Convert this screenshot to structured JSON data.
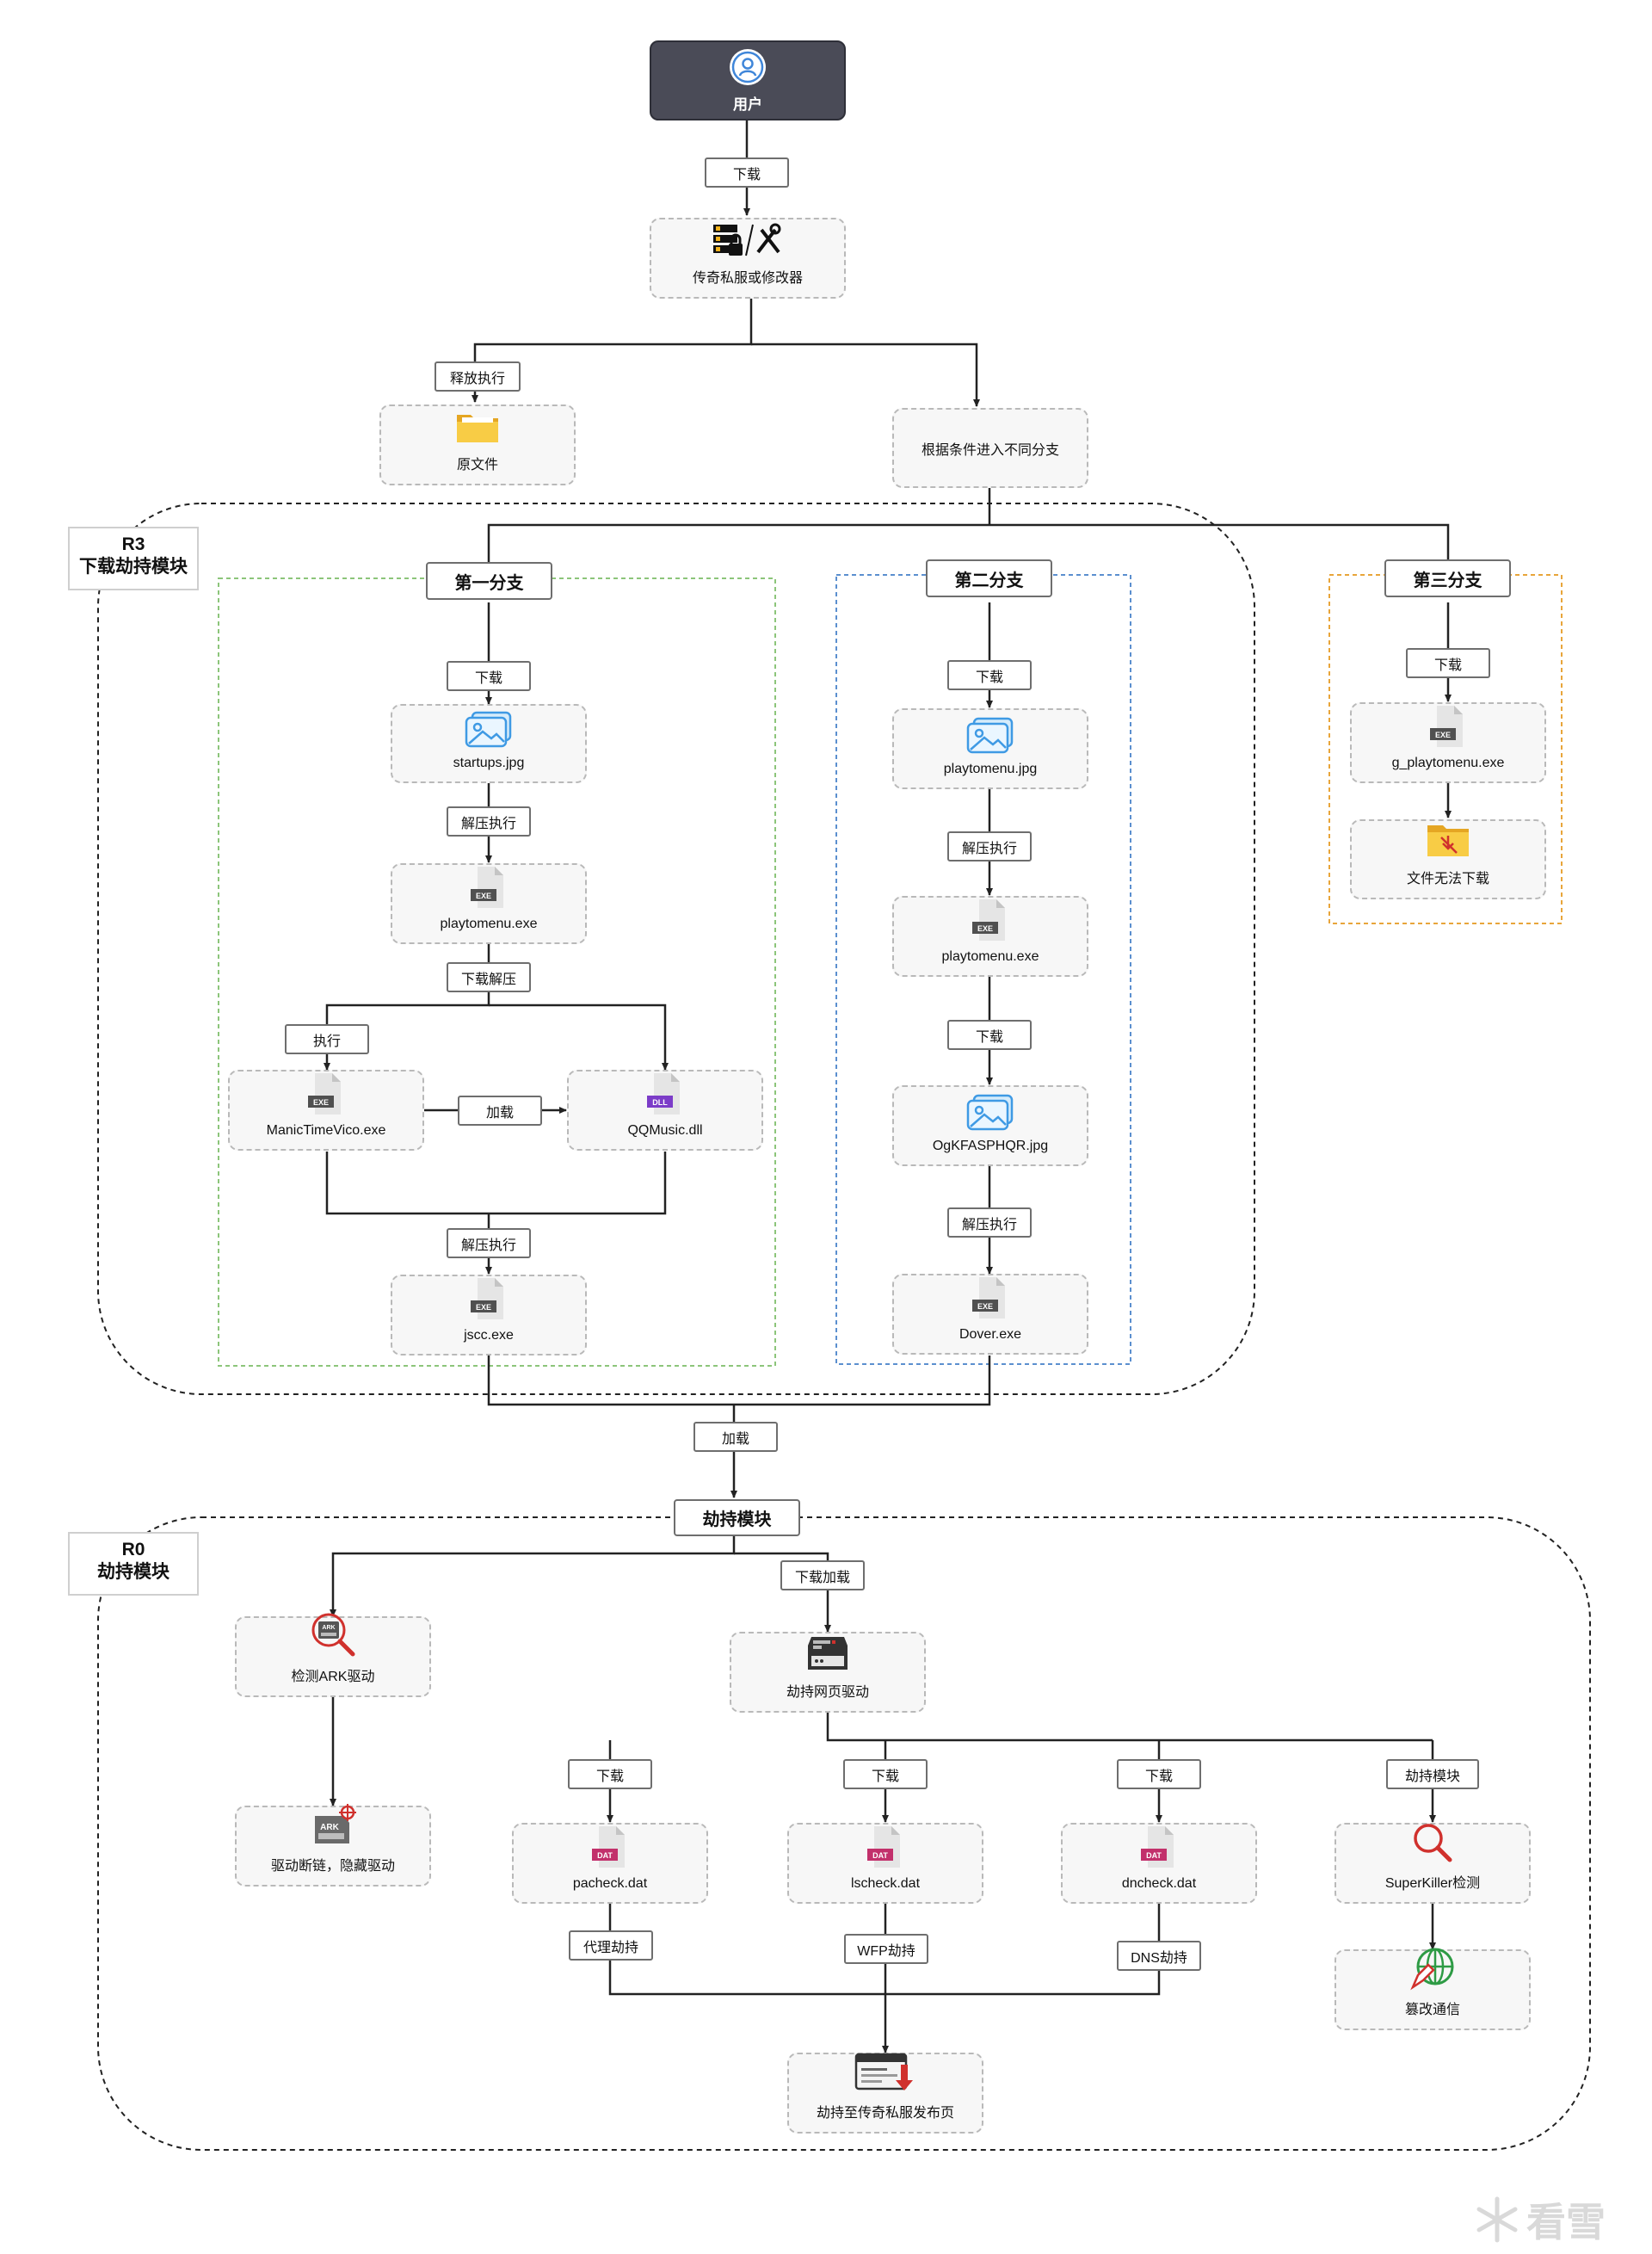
{
  "user": {
    "label": "用户"
  },
  "nodes": {
    "tool": "传奇私服或修改器",
    "orig": "原文件",
    "cond": "根据条件进入不同分支",
    "startups": "startups.jpg",
    "pm1": "playtomenu.exe",
    "manic": "ManicTimeVico.exe",
    "qq": "QQMusic.dll",
    "jscc": "jscc.exe",
    "pmjpg": "playtomenu.jpg",
    "pm2": "playtomenu.exe",
    "ogk": "OgKFASPHQR.jpg",
    "dover": "Dover.exe",
    "gpm": "g_playtomenu.exe",
    "nodl": "文件无法下载",
    "ark": "检测ARK驱动",
    "arkbreak": "驱动断链，隐藏驱动",
    "webdrv": "劫持网页驱动",
    "pacheck": "pacheck.dat",
    "lscheck": "lscheck.dat",
    "dncheck": "dncheck.dat",
    "superkiller": "SuperKiller检测",
    "tamper": "篡改通信",
    "publish": "劫持至传奇私服发布页"
  },
  "edges": {
    "dl_top": "下载",
    "release": "释放执行",
    "b1_dl": "下载",
    "b1_unz": "解压执行",
    "b1_dlunz": "下载解压",
    "b1_exec": "执行",
    "b1_load": "加载",
    "b1_unz2": "解压执行",
    "b2_dl": "下载",
    "b2_unz": "解压执行",
    "b2_dl2": "下载",
    "b2_unz2": "解压执行",
    "b3_dl": "下载",
    "load": "加载",
    "dlload": "下载加载",
    "dl_pa": "下载",
    "dl_ls": "下载",
    "dl_dn": "下载",
    "hijack_mod": "劫持模块",
    "proxy": "代理劫持",
    "wfp": "WFP劫持",
    "dns": "DNS劫持"
  },
  "branches": {
    "b1": "第一分支",
    "b2": "第二分支",
    "b3": "第三分支",
    "hijack": "劫持模块"
  },
  "regions": {
    "r3_line1": "R3",
    "r3_line2": "下载劫持模块",
    "r0_line1": "R0",
    "r0_line2": "劫持模块"
  },
  "file_badges": {
    "exe": "EXE",
    "dll": "DLL",
    "dat": "DAT",
    "ark": "ARK"
  },
  "watermark": {
    "text": "看雪"
  },
  "colors": {
    "user_bg": "#4a4b57",
    "branch1_border": "#8cc57a",
    "branch2_border": "#5b8fcf",
    "branch3_border": "#e8a53a",
    "dat_pink": "#c2306b",
    "dll_purple": "#7c3cc8",
    "exe_dark": "#4b4b4b",
    "red": "#d0312d"
  }
}
